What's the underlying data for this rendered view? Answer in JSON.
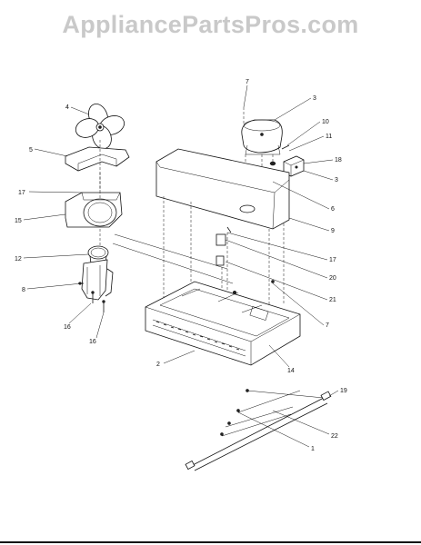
{
  "watermark": "AppliancePartsPros.com",
  "callouts": {
    "c1": "1",
    "c2": "2",
    "c3a": "3",
    "c3b": "3",
    "c4": "4",
    "c5": "5",
    "c6": "6",
    "c7a": "7",
    "c7b": "7",
    "c8": "8",
    "c9": "9",
    "c10": "10",
    "c11": "11",
    "c12": "12",
    "c14": "14",
    "c15": "15",
    "c16a": "16",
    "c16b": "16",
    "c17a": "17",
    "c17b": "17",
    "c18": "18",
    "c19": "19",
    "c20": "20",
    "c21": "21",
    "c22": "22"
  }
}
